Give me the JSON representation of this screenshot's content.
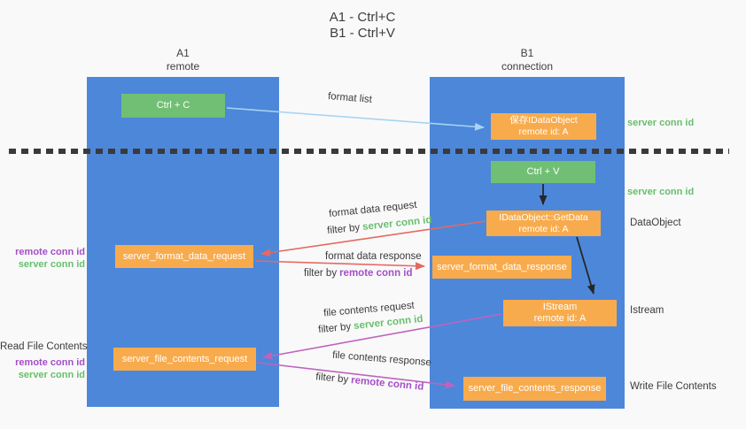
{
  "title": {
    "line1": "A1 - Ctrl+C",
    "line2": "B1 - Ctrl+V"
  },
  "columns": {
    "a1": {
      "name": "A1",
      "subtitle": "remote"
    },
    "b1": {
      "name": "B1",
      "subtitle": "connection"
    }
  },
  "nodes": {
    "ctrl_c": {
      "label": "Ctrl + C"
    },
    "save_idataobject": {
      "line1": "保存IDataObject",
      "line2": "remote id: A"
    },
    "ctrl_v": {
      "label": "Ctrl + V"
    },
    "idataobject_getdata": {
      "line1": "IDataObject::GetData",
      "line2": "remote id: A"
    },
    "server_format_data_request": {
      "label": "server_format_data_request"
    },
    "server_format_data_response": {
      "label": "server_format_data_response"
    },
    "istream": {
      "line1": "IStream",
      "line2": "remote id: A"
    },
    "server_file_contents_request": {
      "label": "server_file_contents_request"
    },
    "server_file_contents_response": {
      "label": "server_file_contents_response"
    }
  },
  "edge_labels": {
    "format_list": "format list",
    "format_data_request": "format data request",
    "format_data_response": "format data response",
    "file_contents_request": "file contents request",
    "file_contents_response": "file contents response",
    "filter_by": "filter by",
    "server_conn_id": "server conn id",
    "remote_conn_id": "remote conn id"
  },
  "side_labels": {
    "left_format_remote": "remote conn id",
    "left_format_server": "server conn id",
    "read_file_contents": "Read File Contents",
    "left_file_remote": "remote conn id",
    "left_file_server": "server conn id",
    "right_server_conn_top": "server conn id",
    "right_server_conn_mid": "server conn id",
    "dataobject": "DataObject",
    "istream": "Istream",
    "write_file_contents": "Write File Contents"
  },
  "colors": {
    "column_blue": "#4d87d9",
    "node_green": "#71bf74",
    "node_orange": "#f8ab4c",
    "arrow_lightblue": "#a9d4f1",
    "arrow_red": "#e5695f",
    "arrow_magenta": "#bf63bc",
    "arrow_black": "#262626",
    "text_green": "#67bf6b",
    "text_purple": "#a44fc6",
    "text_dark": "#3b3b3b"
  }
}
